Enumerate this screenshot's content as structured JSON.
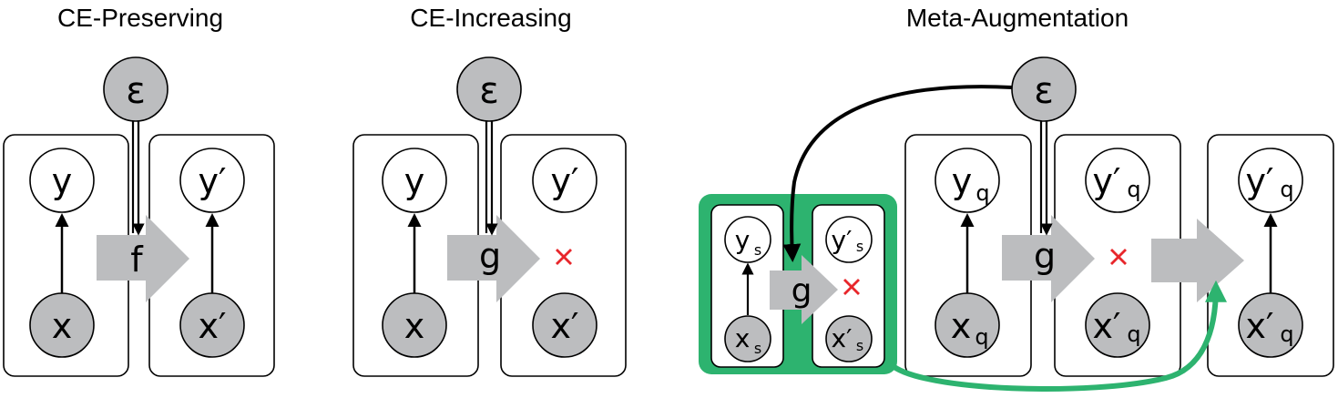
{
  "panels": {
    "ce_preserving": {
      "title": "CE-Preserving",
      "epsilon": "ε",
      "y": "y",
      "x": "x",
      "y_prime": "y′",
      "x_prime": "x′",
      "transform": "f"
    },
    "ce_increasing": {
      "title": "CE-Increasing",
      "epsilon": "ε",
      "y": "y",
      "x": "x",
      "y_prime": "y′",
      "x_prime": "x′",
      "transform": "g"
    },
    "meta_augmentation": {
      "title": "Meta-Augmentation",
      "epsilon": "ε",
      "support": {
        "y": "y",
        "y_sub": "s",
        "x": "x",
        "x_sub": "s",
        "y_prime": "y′",
        "y_prime_sub": "s",
        "x_prime": "x′",
        "x_prime_sub": "s",
        "transform": "g"
      },
      "query": {
        "y": "y",
        "y_sub": "q",
        "x": "x",
        "x_sub": "q",
        "y_prime": "y′",
        "y_prime_sub": "q",
        "x_prime": "x′",
        "x_prime_sub": "q",
        "transform": "g"
      },
      "result": {
        "y_prime": "y′",
        "y_prime_sub": "q",
        "x_prime": "x′",
        "x_prime_sub": "q"
      }
    }
  },
  "colors": {
    "node_fill": "#bcbdbf",
    "support_box": "#2db36f",
    "support_arrow": "#2db36f",
    "cross": "#e8262b"
  }
}
